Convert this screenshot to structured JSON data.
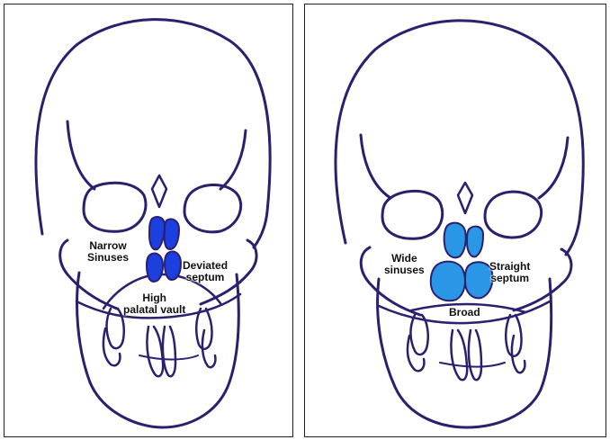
{
  "colors": {
    "outline": "#2d1f6e",
    "left_sinus_fill": "#1c3fe0",
    "right_sinus_fill": "#2a97e6"
  },
  "left_panel": {
    "labels": {
      "sinuses_line1": "Narrow",
      "sinuses_line2": "Sinuses",
      "septum_line1": "Deviated",
      "septum_line2": "septum",
      "palate_line1": "High",
      "palate_line2": "palatal vault"
    }
  },
  "right_panel": {
    "labels": {
      "sinuses_line1": "Wide",
      "sinuses_line2": "sinuses",
      "septum_line1": "Straight",
      "septum_line2": "septum",
      "palate": "Broad"
    }
  }
}
